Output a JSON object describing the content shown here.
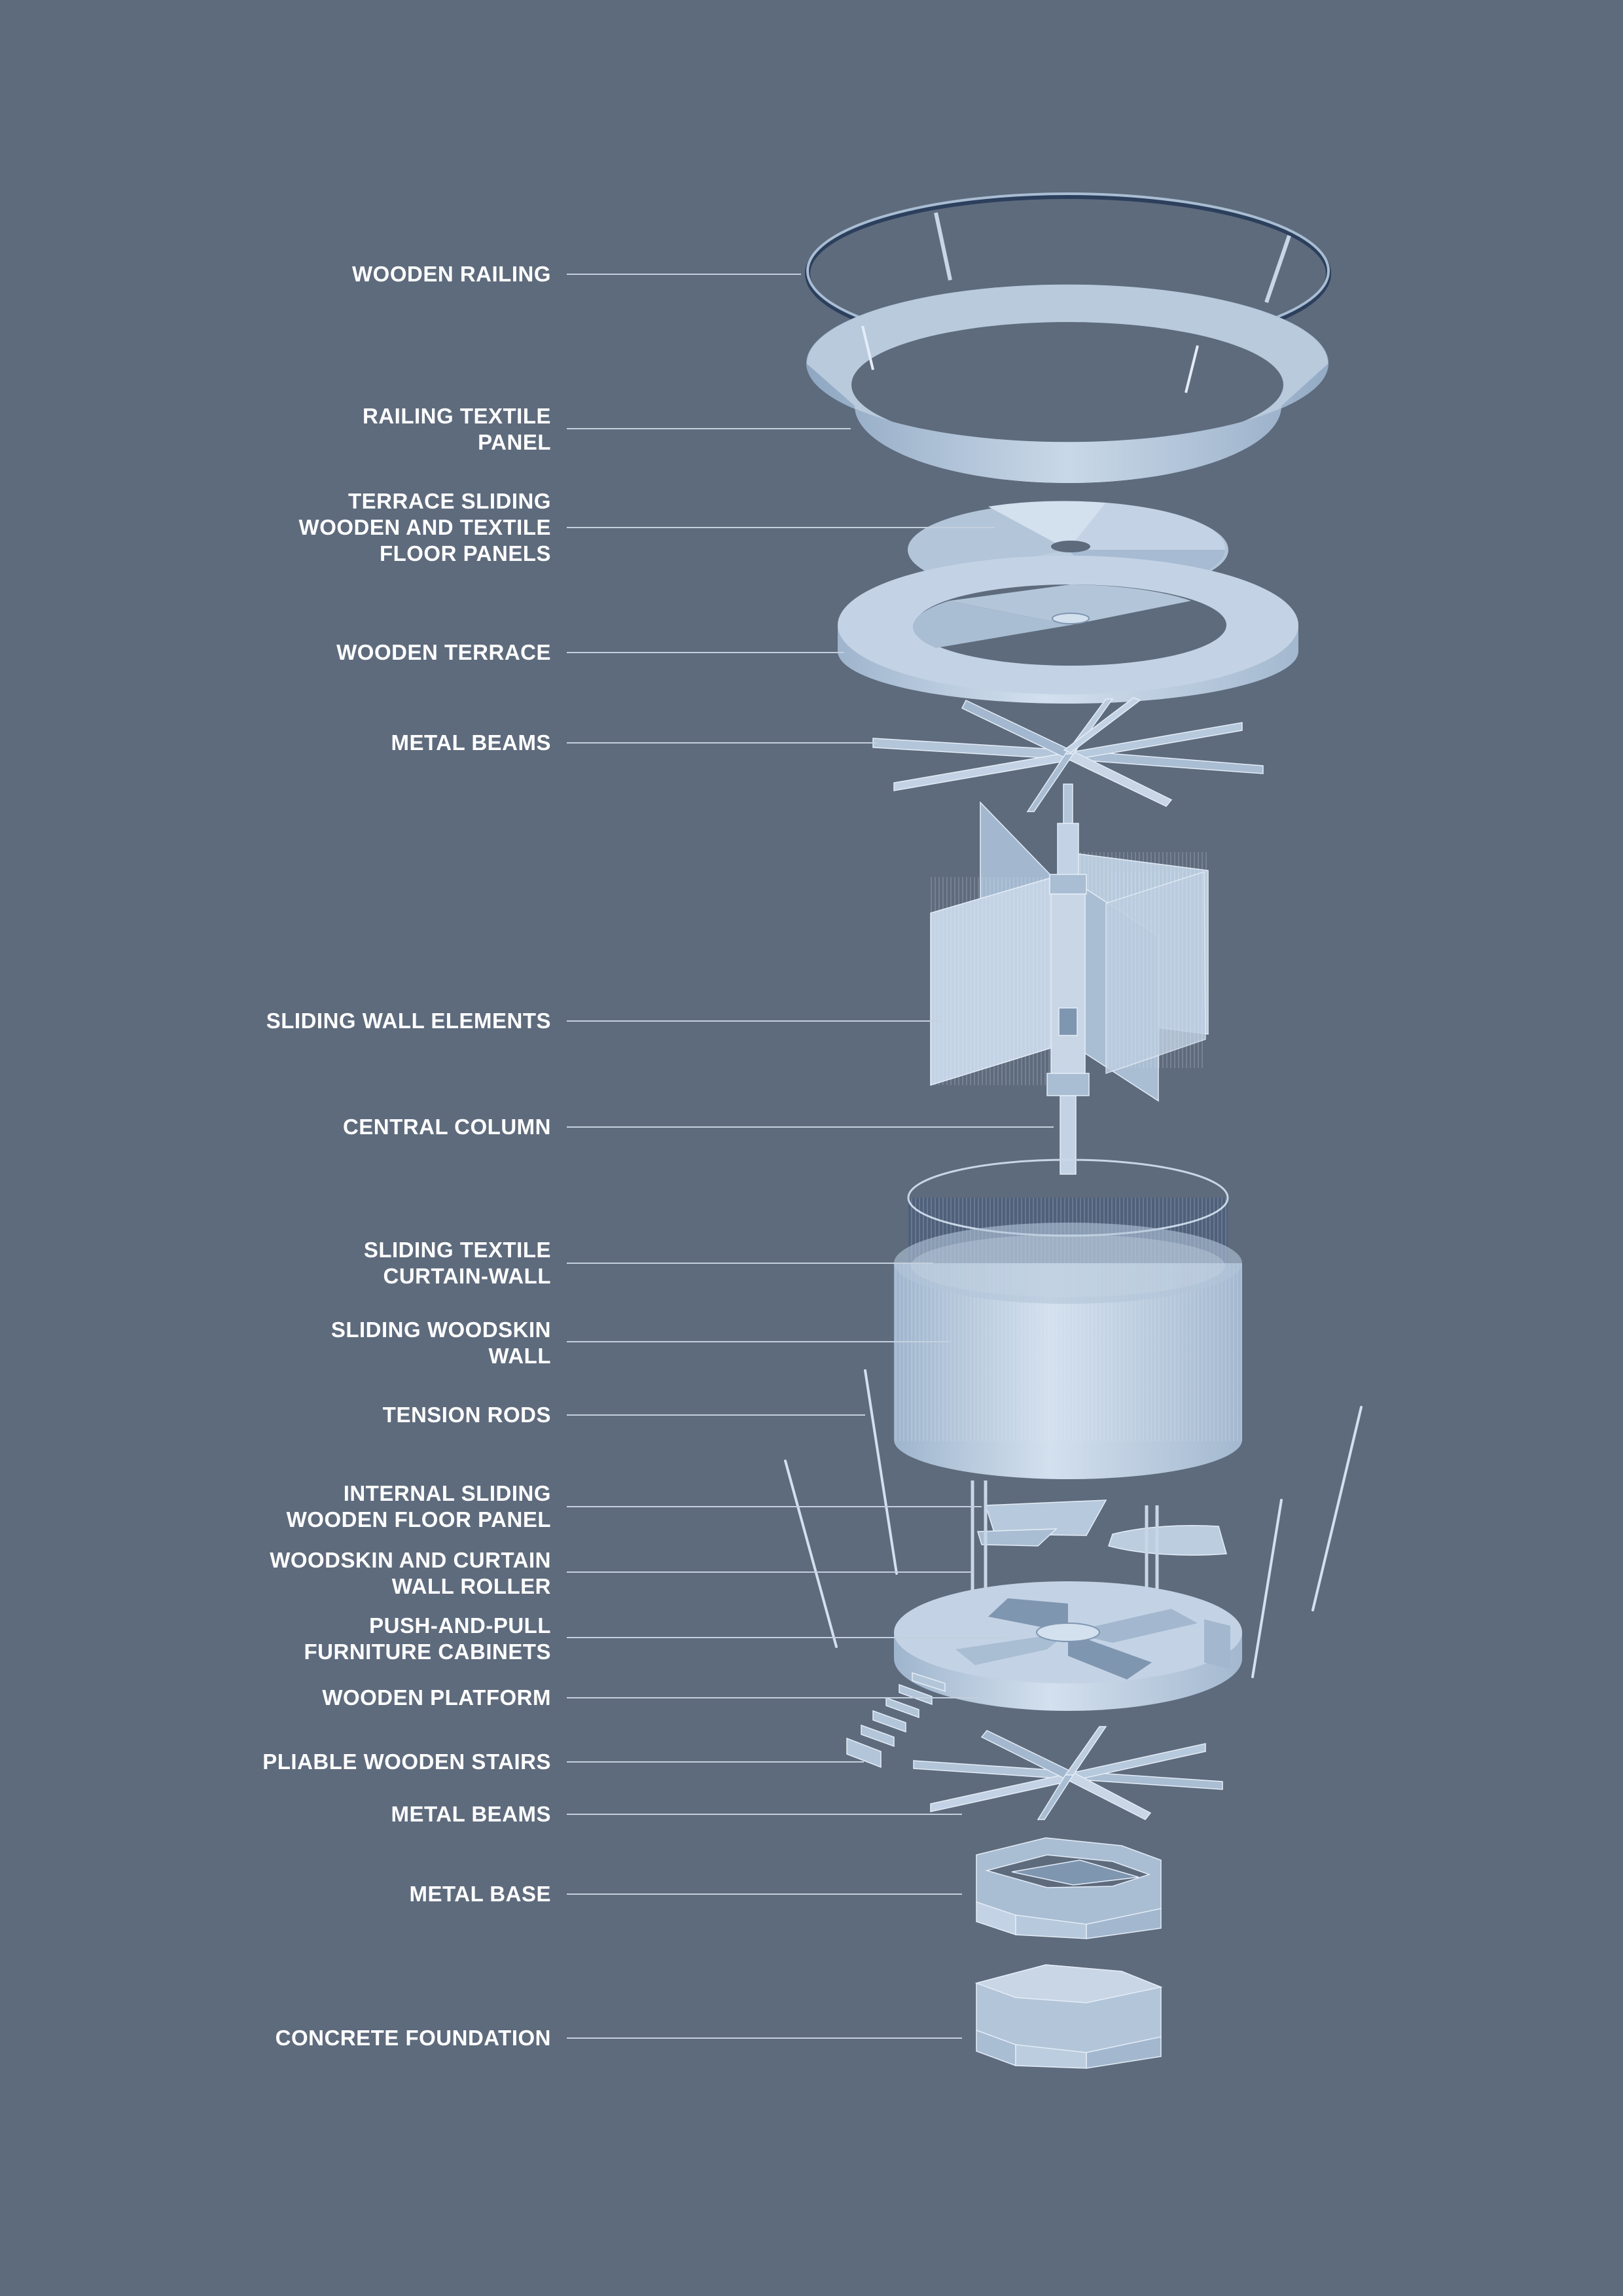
{
  "labels": [
    {
      "id": "wooden-railing",
      "lines": [
        "WOODEN RAILING"
      ]
    },
    {
      "id": "railing-textile-panel",
      "lines": [
        "RAILING TEXTILE",
        "PANEL"
      ]
    },
    {
      "id": "terrace-sliding-panels",
      "lines": [
        "TERRACE SLIDING",
        "WOODEN AND TEXTILE",
        "FLOOR PANELS"
      ]
    },
    {
      "id": "wooden-terrace",
      "lines": [
        "WOODEN TERRACE"
      ]
    },
    {
      "id": "metal-beams-top",
      "lines": [
        "METAL BEAMS"
      ]
    },
    {
      "id": "sliding-wall-elements",
      "lines": [
        "SLIDING WALL ELEMENTS"
      ]
    },
    {
      "id": "central-column",
      "lines": [
        "CENTRAL COLUMN"
      ]
    },
    {
      "id": "sliding-textile-curtain-wall",
      "lines": [
        "SLIDING TEXTILE",
        "CURTAIN-WALL"
      ]
    },
    {
      "id": "sliding-woodskin-wall",
      "lines": [
        "SLIDING WOODSKIN",
        "WALL"
      ]
    },
    {
      "id": "tension-rods",
      "lines": [
        "TENSION RODS"
      ]
    },
    {
      "id": "internal-sliding-floor-panel",
      "lines": [
        "INTERNAL SLIDING",
        "WOODEN FLOOR PANEL"
      ]
    },
    {
      "id": "woodskin-curtain-roller",
      "lines": [
        "WOODSKIN AND CURTAIN",
        "WALL ROLLER"
      ]
    },
    {
      "id": "push-pull-cabinets",
      "lines": [
        "PUSH-AND-PULL",
        "FURNITURE CABINETS"
      ]
    },
    {
      "id": "wooden-platform",
      "lines": [
        "WOODEN PLATFORM"
      ]
    },
    {
      "id": "pliable-wooden-stairs",
      "lines": [
        "PLIABLE WOODEN STAIRS"
      ]
    },
    {
      "id": "metal-beams-bottom",
      "lines": [
        "METAL BEAMS"
      ]
    },
    {
      "id": "metal-base",
      "lines": [
        "METAL BASE"
      ]
    },
    {
      "id": "concrete-foundation",
      "lines": [
        "CONCRETE FOUNDATION"
      ]
    }
  ],
  "colors": {
    "background": "#5e6b7d",
    "label_text": "#ffffff",
    "leader_line": "#c5d0dd",
    "component_light": "#c8d6e6",
    "component_mid": "#a9bdd3",
    "component_dark": "#7f96b1",
    "component_edge": "#e4edf7"
  }
}
